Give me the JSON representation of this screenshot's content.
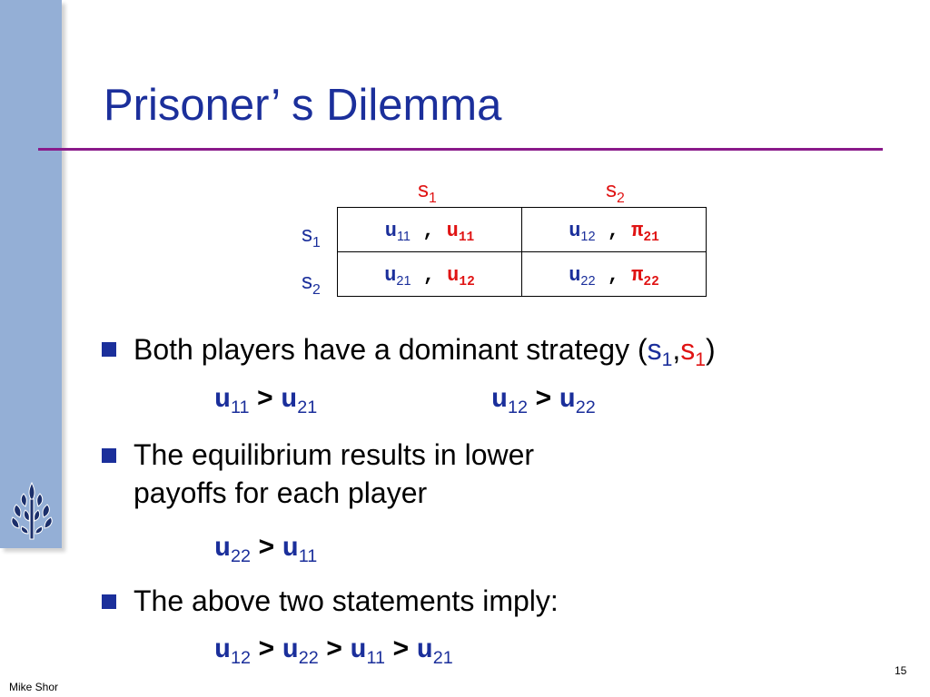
{
  "slide": {
    "title": "Prisoner’ s Dilemma",
    "author": "Mike Shor",
    "page_number": "15"
  },
  "matrix": {
    "col_headers": [
      {
        "base": "s",
        "sub": "1"
      },
      {
        "base": "s",
        "sub": "2"
      }
    ],
    "row_headers": [
      {
        "base": "s",
        "sub": "1"
      },
      {
        "base": "s",
        "sub": "2"
      }
    ],
    "cells": [
      [
        {
          "a": "u",
          "a_sub": "11",
          "sep": " , ",
          "b": "u",
          "b_sub": "11"
        },
        {
          "a": "u",
          "a_sub": "12",
          "sep": " , ",
          "b": "π",
          "b_sub": "21"
        }
      ],
      [
        {
          "a": "u",
          "a_sub": "21",
          "sep": " , ",
          "b": "u",
          "b_sub": "12"
        },
        {
          "a": "u",
          "a_sub": "22",
          "sep": " , ",
          "b": "π",
          "b_sub": "22"
        }
      ]
    ]
  },
  "bullets": [
    {
      "text": "Both players have a dominant strategy (",
      "s1": "s",
      "s1_sub": "1",
      "comma": ",",
      "s2": "s",
      "s2_sub": "1",
      "close": ")"
    },
    {
      "line1": "The equilibrium results in lower",
      "line2": "payoffs for each player"
    },
    {
      "text": "The above two statements imply:"
    }
  ],
  "inequalities": {
    "dominance_left": {
      "a": "u",
      "a_sub": "11",
      "op": ">",
      "b": "u",
      "b_sub": "21"
    },
    "dominance_right": {
      "a": "u",
      "a_sub": "12",
      "op": ">",
      "b": "u",
      "b_sub": "22"
    },
    "payoff": {
      "a": "u",
      "a_sub": "22",
      "op": ">",
      "b": "u",
      "b_sub": "11"
    },
    "chain": {
      "t1": "u",
      "t1_sub": "12",
      "op1": ">",
      "t2": "u",
      "t2_sub": "22",
      "op2": ">",
      "t3": "u",
      "t3_sub": "11",
      "op3": ">",
      "t4": "u",
      "t4_sub": "21"
    }
  },
  "logo": {
    "icon": "leaf-crest-icon"
  },
  "colors": {
    "accent_blue": "#1b2f9b",
    "accent_red": "#e01414",
    "rule_purple": "#8a1a8a",
    "sidebar": "#94afd6"
  }
}
